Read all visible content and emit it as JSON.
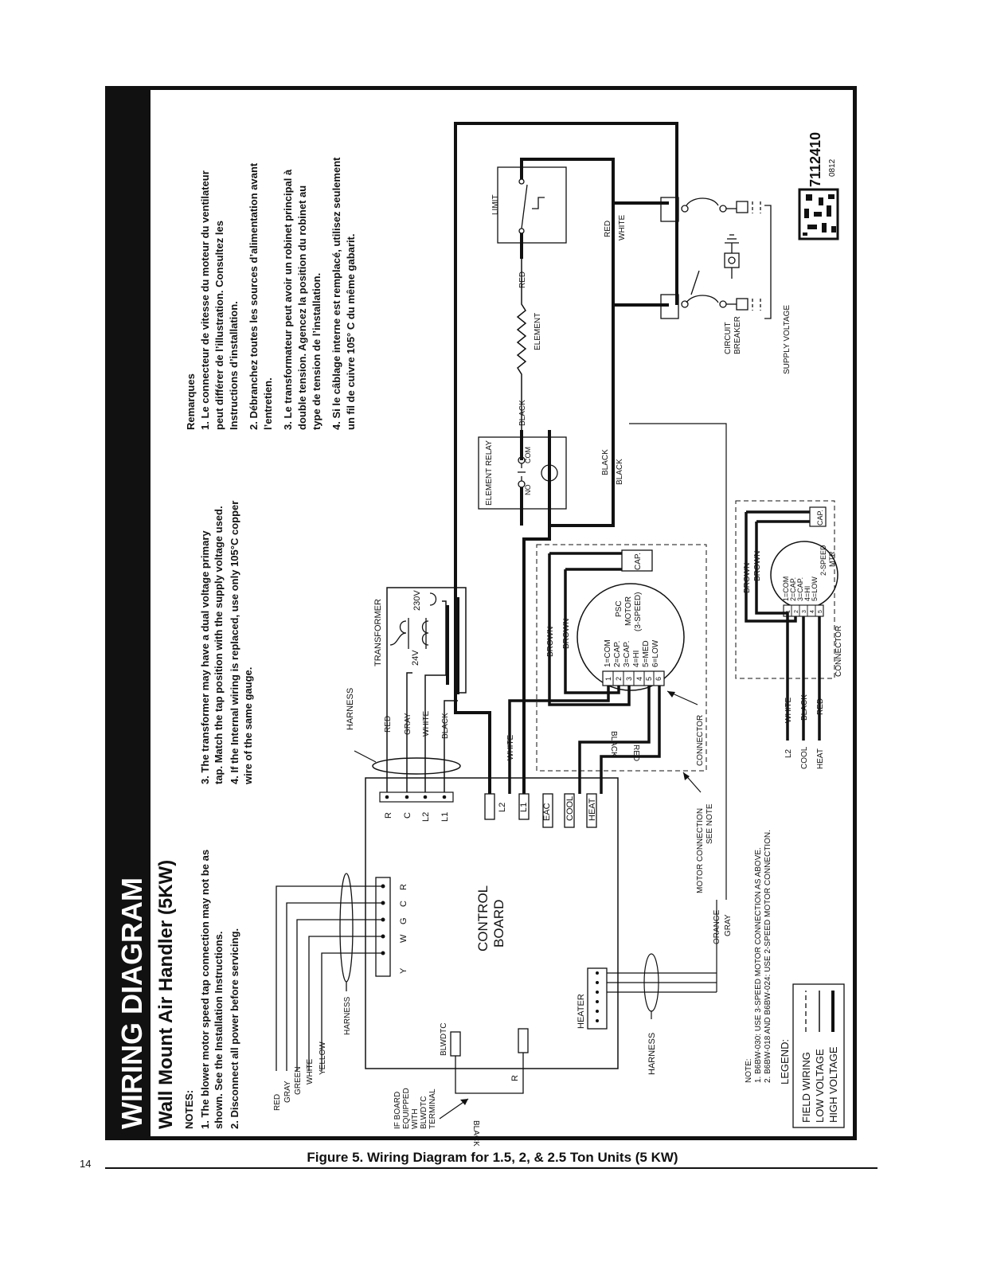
{
  "header": {
    "banner": "WIRING DIAGRAM",
    "subtitle": "Wall Mount Air Handler (5KW)"
  },
  "notes_en": {
    "title": "NOTES:",
    "lines": [
      "1. The blower motor speed tap connection may not be as",
      "    shown. See the Installation Instructions.",
      "2. Disconnect all power before servicing.",
      "3. The transformer may have a dual voltage primary",
      "    tap. Match the tap position with the supply voltage used.",
      "4. If the Internal wiring is replaced, use only 105°C copper",
      "    wire of the same gauge."
    ]
  },
  "notes_fr": {
    "title": "Remarques",
    "lines": [
      "1. Le connecteur de vitesse du moteur du ventilateur",
      "    peut différer de l’illustration. Consultez les",
      "    Instructions d’installation.",
      "2. Débranchez toutes les sources d’alimentation avant",
      "    l’entretien.",
      "3. Le transformateur peut avoir un robinet principal à",
      "    double tension. Agencez la position du robinet au",
      "    type de tension de l’installation.",
      "4. Si le câblage interne est remplacé, utilisez seulement",
      "    un fil de cuivre 105° C du même gabarit."
    ]
  },
  "thermostat": {
    "wire_colors": [
      "RED",
      "GRAY",
      "GREEN",
      "WHITE",
      "YELLOW"
    ],
    "harness": "HARNESS",
    "terminals": [
      "Y",
      "W",
      "G",
      "C",
      "R"
    ]
  },
  "control_board": {
    "label_line1": "CONTROL",
    "label_line2": "BOARD",
    "top_terminals": [
      "R",
      "C",
      "L2",
      "L1"
    ],
    "right_terminals": [
      "L2",
      "L1",
      "EAC",
      "COOL",
      "HEAT"
    ],
    "heater": "HEATER",
    "blwdtc": "BLWDTC",
    "r": "R",
    "harness_lower": "HARNESS"
  },
  "blwdtc_note": {
    "lines": [
      "IF BOARD",
      "EQUIPPED",
      "WITH",
      "BLWDTC",
      "TERMINAL"
    ],
    "black": "BLACK"
  },
  "transformer": {
    "label": "TRANSFORMER",
    "primary": "230V",
    "secondary": "24V",
    "harness": "HARNESS",
    "wires": [
      "RED",
      "GRAY",
      "WHITE",
      "BLACK"
    ]
  },
  "motor3": {
    "title_lines": [
      "PSC",
      "MOTOR",
      "(3-SPEED)"
    ],
    "taps": [
      "1=COM",
      "2=CAP.",
      "3=CAP.",
      "4=HI",
      "5=MED",
      "6=LOW"
    ],
    "pins": [
      "1",
      "2",
      "3",
      "4",
      "5",
      "6"
    ],
    "cap": "CAP.",
    "brown1": "BROWN",
    "brown2": "BROWN",
    "white": "WHITE",
    "black": "BLACK",
    "red": "RED",
    "connector": "CONNECTOR"
  },
  "motor_connection": {
    "line1": "MOTOR CONNECTION",
    "line2": "SEE NOTE",
    "orange": "ORANGE",
    "gray": "GRAY"
  },
  "motor2": {
    "taps": [
      "1=COM",
      "2=CAP.",
      "3=CAP.",
      "4=HI",
      "5=LOW"
    ],
    "name_lines": [
      "2-SPEED",
      "MTR"
    ],
    "pins": [
      "1",
      "2",
      "3",
      "4",
      "5"
    ],
    "cap": "CAP.",
    "brown1": "BROWN",
    "brown2": "BROWN",
    "connector": "CONNECTOR",
    "l2": "L2",
    "cool": "COOL",
    "heat": "HEAT",
    "white": "WHITE",
    "black": "BLACK",
    "red": "RED"
  },
  "element_relay": {
    "label": "ELEMENT RELAY",
    "no": "NO",
    "com": "COM",
    "black1": "BLACK",
    "black2": "BLACK",
    "black3": "BLACK"
  },
  "element": {
    "label": "ELEMENT",
    "red": "RED"
  },
  "limit": {
    "label": "LIMIT",
    "red": "RED",
    "white": "WHITE"
  },
  "breaker": {
    "line1": "CIRCUIT",
    "line2": "BREAKER",
    "supply": "SUPPLY VOLTAGE"
  },
  "doc": {
    "number": "7112410",
    "date": "0812"
  },
  "note_bottom": {
    "title": "NOTE:",
    "line1": "1. B6BW-030: USE 3-SPEED MOTOR CONNECTION AS ABOVE.",
    "line2": "2. B6BW-018 AND B6BW-024: USE 2-SPEED MOTOR CONNECTION."
  },
  "legend": {
    "title": "LEGEND:",
    "field": "FIELD WIRING",
    "low": "LOW VOLTAGE",
    "high": "HIGH VOLTAGE"
  },
  "caption": "Figure 5. Wiring Diagram for 1.5, 2, & 2.5 Ton Units (5 KW)",
  "page_number": "14"
}
